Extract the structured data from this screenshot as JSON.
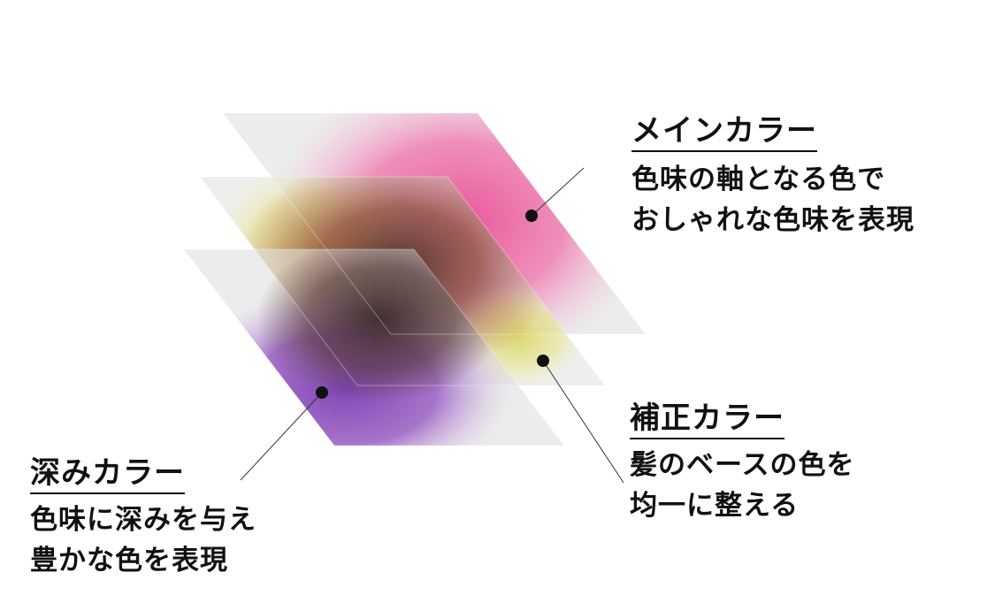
{
  "layers": [
    {
      "id": "main",
      "title": "メインカラー",
      "lines": [
        "色味の軸となる色で",
        "おしゃれな色味を表現"
      ],
      "color": "#ef7fb3"
    },
    {
      "id": "correction",
      "title": "補正カラー",
      "lines": [
        "髪のベースの色を",
        "均一に整える"
      ],
      "color": "#e8e58e"
    },
    {
      "id": "depth",
      "title": "深みカラー",
      "lines": [
        "色味に深みを与え",
        "豊かな色を表現"
      ],
      "color": "#9a5ec4"
    }
  ],
  "colors": {
    "sheet": "#e4e4e4",
    "center_dark": "#3a2a2a",
    "text": "#111111"
  }
}
